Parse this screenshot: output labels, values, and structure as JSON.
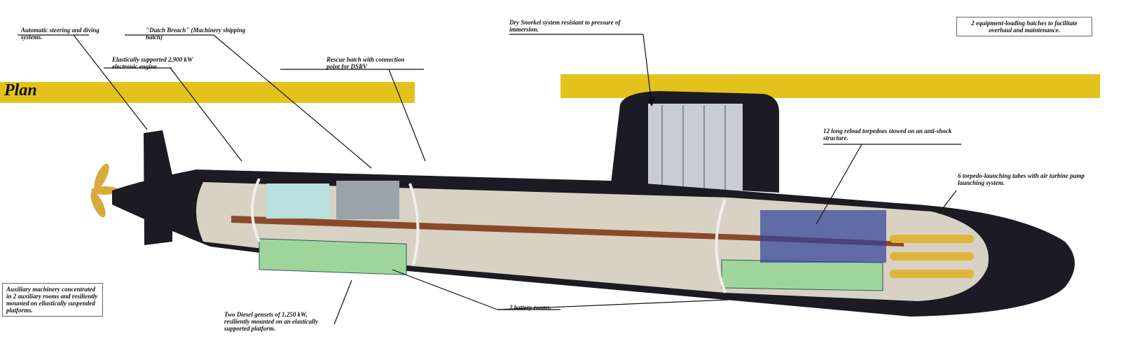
{
  "title": "Plan",
  "colors": {
    "band": "#e3c21c",
    "hull": "#1c1a22",
    "battery": "#9fd59a",
    "deck": "#8a4a2a",
    "propeller": "#d9a93a"
  },
  "labels": {
    "steering": "Automatic steering and diving systems.",
    "dutch_breach": "\"Dutch Breach\" (Machinery shipping hatch)",
    "engine": "Elastically supported 2,900 kW electronic engine.",
    "rescue": "Rescue hatch with connection point for DSRV",
    "snorkel": "Dry Snorkel system resistant to pressure of immersion.",
    "hatches": "2 equipment-loading hatches to facilitate overhaul and maintenance.",
    "reload": "12 long reload torpedoes stowed on an anti-shock structure.",
    "tubes": "6 torpedo-launching tubes with air turbine pump launching system.",
    "auxiliary": "Auxiliary machinery concentrated in 2 auxiliary rooms and resiliently mounted on ellastically suspended platforms.",
    "diesel": "Two Diesel gensets of 1,250 kW, resiliently mounted on an elastically supported platform.",
    "battery": "2 battery rooms."
  }
}
